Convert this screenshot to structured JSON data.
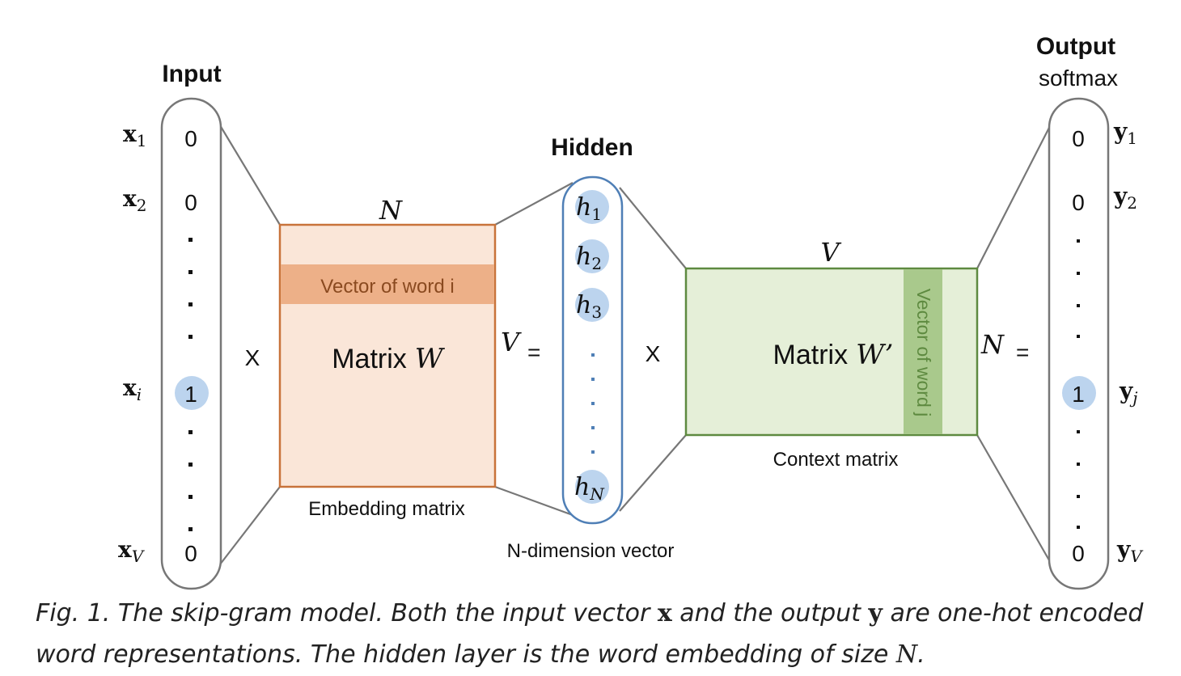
{
  "input": {
    "title": "Input",
    "rows": [
      {
        "label": "x",
        "sub": "1",
        "value": "0"
      },
      {
        "label": "x",
        "sub": "2",
        "value": "0"
      },
      {
        "label": "x",
        "sub": "i",
        "value": "1"
      },
      {
        "label": "x",
        "sub": "V",
        "value": "0"
      }
    ]
  },
  "op_times": "X",
  "op_equals": "=",
  "embedding": {
    "top_dim": "N",
    "side_dim": "V",
    "row_label": "Vector of word i",
    "matrix_text": "Matrix",
    "matrix_symbol": "W",
    "caption": "Embedding matrix"
  },
  "hidden": {
    "title": "Hidden",
    "units": [
      {
        "label": "h",
        "sub": "1"
      },
      {
        "label": "h",
        "sub": "2"
      },
      {
        "label": "h",
        "sub": "3"
      },
      {
        "label": "h",
        "sub": "N"
      }
    ],
    "caption": "N-dimension vector"
  },
  "context": {
    "top_dim": "V",
    "side_dim": "N",
    "col_label": "Vector of word j",
    "matrix_text": "Matrix",
    "matrix_symbol": "W’",
    "caption": "Context matrix"
  },
  "output": {
    "title": "Output",
    "subtitle": "softmax",
    "rows": [
      {
        "label": "y",
        "sub": "1",
        "value": "0"
      },
      {
        "label": "y",
        "sub": "2",
        "value": "0"
      },
      {
        "label": "y",
        "sub": "j",
        "value": "1"
      },
      {
        "label": "y",
        "sub": "V",
        "value": "0"
      }
    ]
  },
  "caption": {
    "part1": "Fig. 1. The skip-gram model. Both the input vector ",
    "sym_x": "x",
    "part2": " and the output ",
    "sym_y": "y",
    "part3": " are one-hot encoded word representations. The hidden layer is the word embedding of size ",
    "sym_n": "N",
    "part4": "."
  },
  "colors": {
    "embedding_fill": "#fae6d8",
    "embedding_stroke": "#c8733a",
    "embedding_row": "#edb088",
    "context_fill": "#e5efd8",
    "context_stroke": "#5e8a40",
    "context_col": "#a9c98c",
    "hidden_stroke": "#4f7fb6",
    "highlight": "#bcd4ee"
  }
}
